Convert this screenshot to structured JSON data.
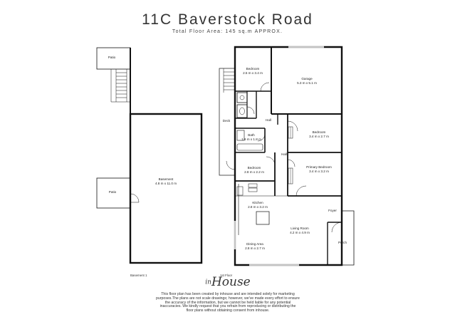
{
  "header": {
    "title": "11C Baverstock Road",
    "subtitle": "Total Floor Area: 145 sq.m APPROX."
  },
  "rooms": {
    "patio_top": {
      "name": "Patio"
    },
    "patio_mid": {
      "name": "Patio"
    },
    "basement": {
      "name": "Basement",
      "dims": "4.8 m x 11.0 m"
    },
    "bedroom_top": {
      "name": "Bedroom",
      "dims": "2.5 m x 3.4 m"
    },
    "garage": {
      "name": "Garage",
      "dims": "5.3 m x 5.1 m"
    },
    "deck": {
      "name": "Deck"
    },
    "hall_upper": {
      "name": "Hall"
    },
    "bath": {
      "name": "Bath",
      "dims": "1.9 m x 1.8 m"
    },
    "bedroom_right": {
      "name": "Bedroom",
      "dims": "3.4 m x 2.7 m"
    },
    "hall_mid": {
      "name": "Hall"
    },
    "bedroom_left": {
      "name": "Bedroom",
      "dims": "2.8 m x 2.2 m"
    },
    "primary_bedroom": {
      "name": "Primary Bedroom",
      "dims": "3.4 m x 3.2 m"
    },
    "kitchen": {
      "name": "Kitchen",
      "dims": "2.8 m x 3.2 m"
    },
    "foyer": {
      "name": "Foyer"
    },
    "living_room": {
      "name": "Living Room",
      "dims": "4.2 m x 4.9 m"
    },
    "porch": {
      "name": "Porch"
    },
    "dining_area": {
      "name": "Dining Area",
      "dims": "2.8 m x 2.7 m"
    }
  },
  "levels": {
    "basement": "Basement 1",
    "first_floor": "1st Floor"
  },
  "brand": {
    "name": "House",
    "prefix": "in"
  },
  "disclaimer": [
    "This floor plan has been created by inhouse and are intended solely for marketing",
    "purposes.The plans are not scale drawings; however, we've made every effort to ensure",
    "the accuracy of the information, but we cannot be held liable for any potential",
    "inaccuracies. We kindly request that you refrain from reproducing or distributing the",
    "floor plans without obtaining consent from inhouse."
  ]
}
